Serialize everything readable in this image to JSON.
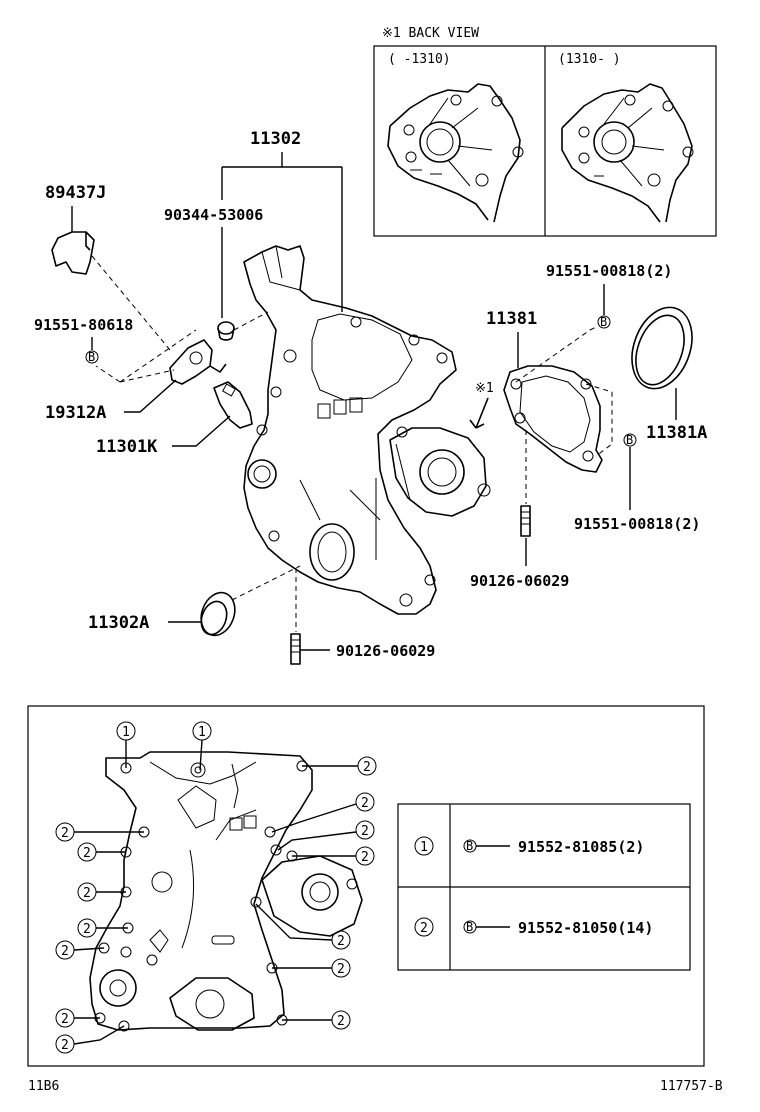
{
  "header": {
    "back_view_label": "※1 BACK VIEW",
    "range_left": "(     -1310)",
    "range_right": "(1310-     )"
  },
  "callouts": {
    "p11302": "11302",
    "p89437J": "89437J",
    "p90344": "90344-53006",
    "p91551_80618": "91551-80618",
    "p19312A": "19312A",
    "p11301K": "11301K",
    "p11381": "11381",
    "p91551_00818_top": "91551-00818(2)",
    "p91551_00818_bot": "91551-00818(2)",
    "p11381A": "11381A",
    "p90126_right": "90126-06029",
    "p90126_bottom": "90126-06029",
    "p11302A": "11302A",
    "note_ref": "※1",
    "bolt_b": "B"
  },
  "legend": {
    "rows": [
      {
        "num": "1",
        "marker": "B",
        "part": "91552-81085(2)"
      },
      {
        "num": "2",
        "marker": "B",
        "part": "91552-81050(14)"
      }
    ]
  },
  "bolt_marks": {
    "one": "1",
    "two": "2"
  },
  "footer": {
    "left_code": "11B6",
    "right_code": "117757-B"
  }
}
